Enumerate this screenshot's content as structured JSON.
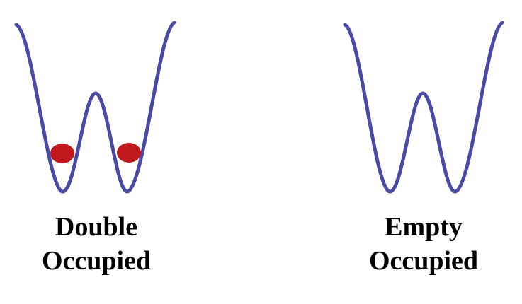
{
  "colors": {
    "well_curve": "#4a4aa6",
    "particle": "#c0181c",
    "background": "#ffffff"
  },
  "panels": [
    {
      "caption_line1": "Double",
      "caption_line2": "Occupied",
      "particle_count": 2
    },
    {
      "caption_line1": "Empty",
      "caption_line2": "Occupied",
      "particle_count": 0
    }
  ]
}
